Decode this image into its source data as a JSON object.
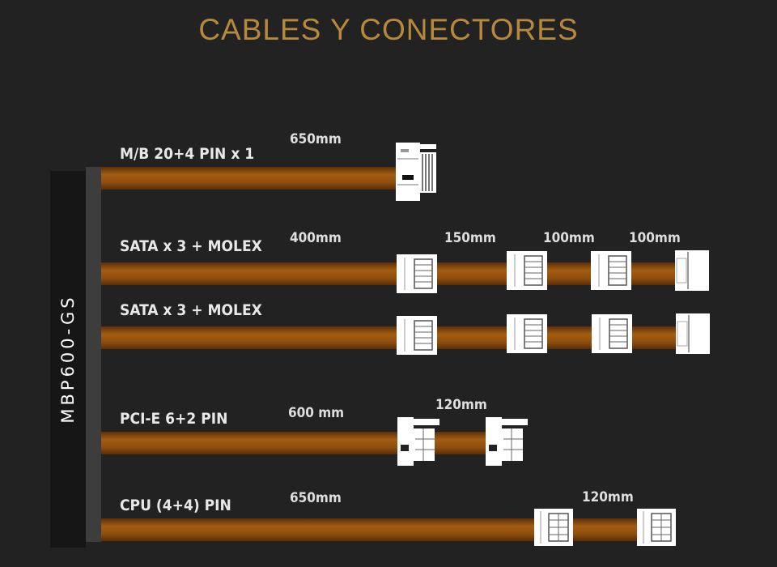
{
  "title": "CABLES Y CONECTORES",
  "psu_model": "MBP600-GS",
  "colors": {
    "title": "#b8893a",
    "cable": "#a45d12",
    "background": "#222222",
    "connector": "#ffffff"
  },
  "cables": [
    {
      "label": "M/B 20+4 PIN x 1",
      "lengths": [
        "650mm"
      ]
    },
    {
      "label": "SATA x 3 + MOLEX",
      "lengths": [
        "400mm",
        "150mm",
        "100mm",
        "100mm"
      ]
    },
    {
      "label": "SATA x 3 + MOLEX",
      "lengths": []
    },
    {
      "label": "PCI-E 6+2 PIN",
      "lengths": [
        "600 mm",
        "120mm"
      ]
    },
    {
      "label": "CPU (4+4) PIN",
      "lengths": [
        "650mm",
        "120mm"
      ]
    }
  ]
}
